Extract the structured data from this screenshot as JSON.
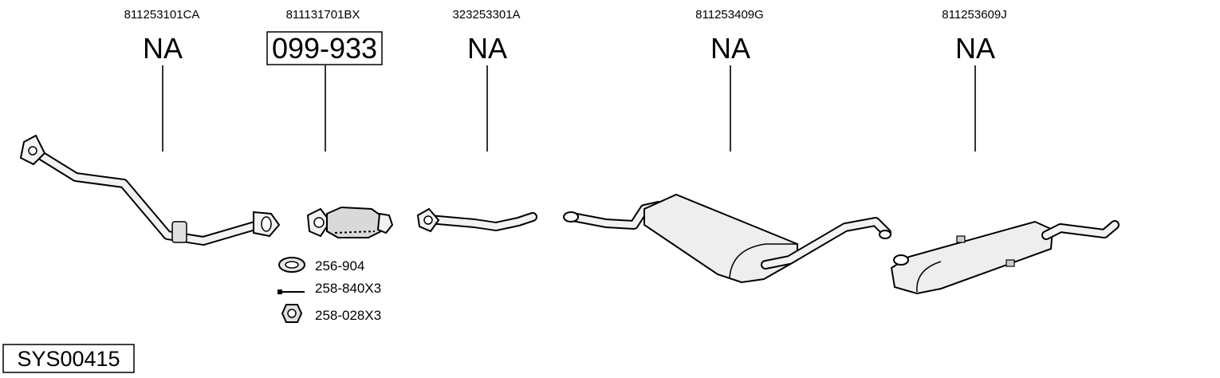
{
  "parts": [
    {
      "oe_number": "811253101CA",
      "code": "NA",
      "boxed": false,
      "icon": "front-pipe-icon"
    },
    {
      "oe_number": "811131701BX",
      "code": "099-933",
      "boxed": true,
      "icon": "catalytic-converter-icon"
    },
    {
      "oe_number": "323253301A",
      "code": "NA",
      "boxed": false,
      "icon": "intermediate-pipe-icon"
    },
    {
      "oe_number": "811253409G",
      "code": "NA",
      "boxed": false,
      "icon": "center-silencer-icon"
    },
    {
      "oe_number": "811253609J",
      "code": "NA",
      "boxed": false,
      "icon": "rear-silencer-icon"
    }
  ],
  "accessories": [
    {
      "label": "256-904",
      "icon": "gasket-ring-icon"
    },
    {
      "label": "258-840X3",
      "icon": "bolt-icon"
    },
    {
      "label": "258-028X3",
      "icon": "hex-nut-icon"
    }
  ],
  "system_code": "SYS00415",
  "colors": {
    "line": "#000000",
    "part_fill": "#f2f2f2",
    "part_shade": "#bdbdbd"
  }
}
